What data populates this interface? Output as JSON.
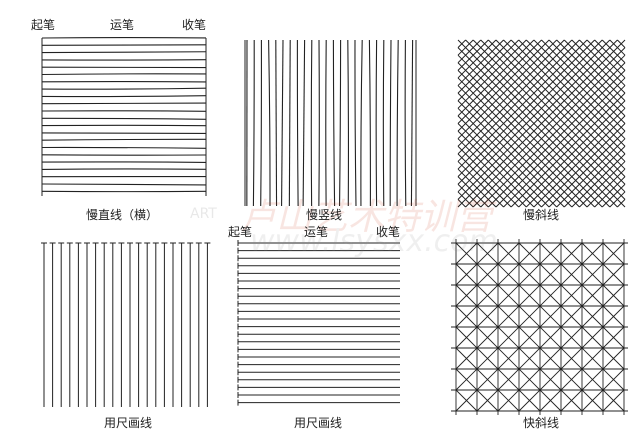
{
  "panels": [
    {
      "label": "慢直线（横）",
      "stroke_labels": [
        "起笔",
        "运笔",
        "收笔"
      ],
      "pattern": "horizontal-freehand"
    },
    {
      "label": "慢竖线",
      "pattern": "vertical-freehand"
    },
    {
      "label": "慢斜线",
      "pattern": "diagonal-crosshatch"
    },
    {
      "label": "用尺画线",
      "pattern": "vertical-ruler"
    },
    {
      "label": "用尺画线",
      "stroke_labels": [
        "起笔",
        "运笔",
        "收笔"
      ],
      "pattern": "horizontal-ruler"
    },
    {
      "label": "快斜线",
      "pattern": "grid-diagonal-fast"
    }
  ],
  "watermark": {
    "text": "卢山艺术特训营",
    "sub": "ART",
    "url": "www.lsysxx.com"
  },
  "colors": {
    "ink": "#222222",
    "watermark": "#d04020"
  }
}
